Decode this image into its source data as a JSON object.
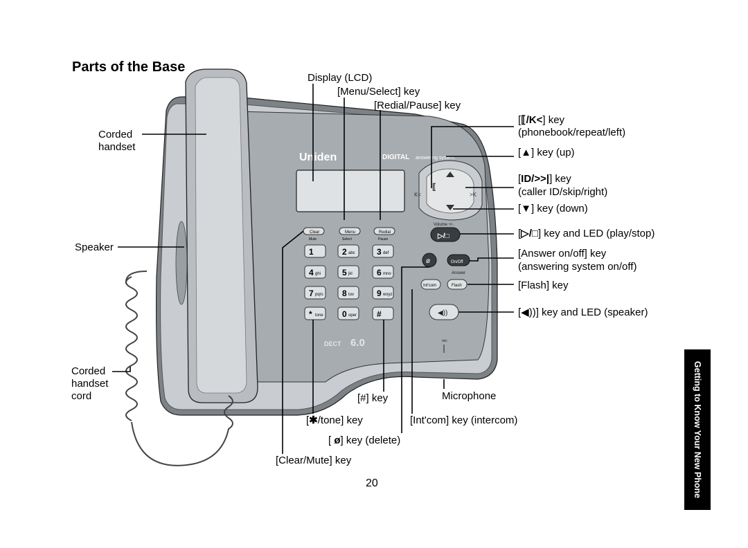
{
  "title": "Parts of the Base",
  "page_number": "20",
  "side_tab": "Getting to Know Your New Phone",
  "colors": {
    "body": "#8a8f94",
    "body_light": "#c9cdd1",
    "panel": "#a7acb0",
    "key": "#dfe2e4",
    "dark_key": "#3a3d40",
    "tab_bg": "#000000"
  },
  "labels": {
    "display": "Display (LCD)",
    "menu_select": "[Menu/Select] key",
    "redial_pause": "[Redial/Pause] key",
    "phonebook_key": "] key",
    "phonebook_desc": "(phonebook/repeat/left)",
    "up_key": "] key (up)",
    "callerid_key": "] key",
    "callerid_desc": "(caller ID/skip/right)",
    "down_key": "] key (down)",
    "play_key": "] key and LED (play/stop)",
    "answer_key": "[Answer on/off] key",
    "answer_desc": "(answering system on/off)",
    "flash_key": "[Flash] key",
    "speaker_key": "] key and LED (speaker)",
    "corded_handset": "Corded\nhandset",
    "speaker": "Speaker",
    "handset_cord": "Corded\nhandset\ncord",
    "pound_key": "[#] key",
    "microphone": "Microphone",
    "tone_key": "/tone] key",
    "intercom_key": "[Int'com] key (intercom)",
    "delete_key": "] key (delete)",
    "clear_mute": "[Clear/Mute] key"
  },
  "phone": {
    "brand": "Uniden",
    "digital": "DIGITAL",
    "answering": "answering system",
    "dect": "DECT",
    "dect_version": "6.0",
    "volume": "Volume +/-",
    "mic": "mic",
    "answer": "Answer",
    "soft_keys": [
      {
        "label": "Clear",
        "sub": "Mute"
      },
      {
        "label": "Menu",
        "sub": "Select"
      },
      {
        "label": "Redial",
        "sub": "Pause"
      }
    ],
    "keypad": [
      {
        "num": "1",
        "letters": ""
      },
      {
        "num": "2",
        "letters": "abc"
      },
      {
        "num": "3",
        "letters": "def"
      },
      {
        "num": "4",
        "letters": "ghi"
      },
      {
        "num": "5",
        "letters": "jkl"
      },
      {
        "num": "6",
        "letters": "mno"
      },
      {
        "num": "7",
        "letters": "pqrs"
      },
      {
        "num": "8",
        "letters": "tuv"
      },
      {
        "num": "9",
        "letters": "wxyz"
      },
      {
        "num": "*",
        "letters": "tone"
      },
      {
        "num": "0",
        "letters": "oper"
      },
      {
        "num": "#",
        "letters": ""
      }
    ],
    "onoff": "On/Off",
    "intcom": "Int'com",
    "flash": "Flash"
  }
}
